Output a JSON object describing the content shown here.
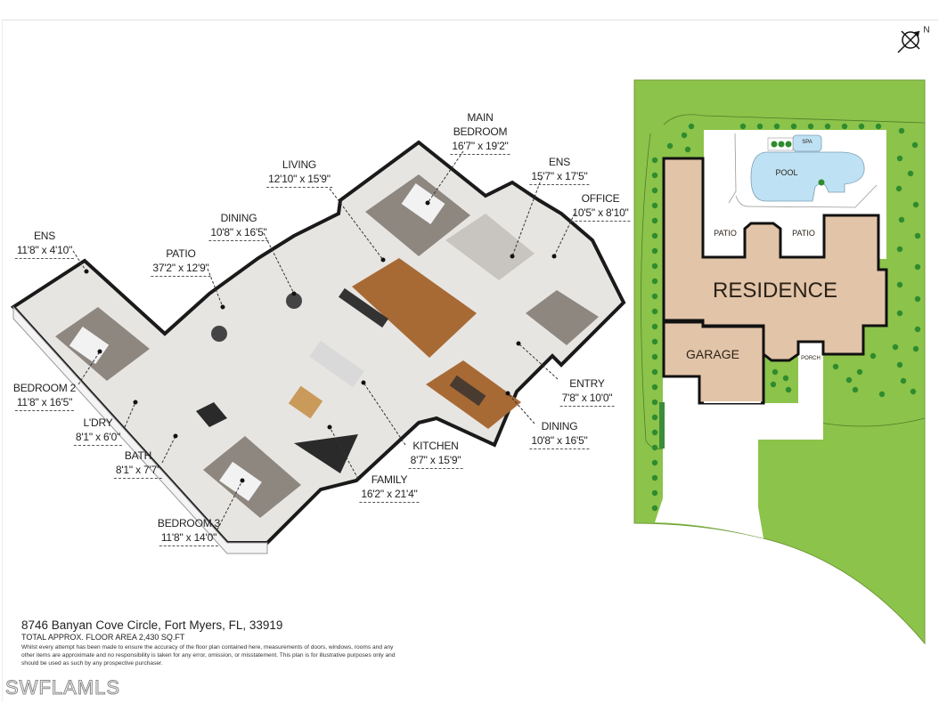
{
  "colors": {
    "lawn": "#8cc34a",
    "tree": "#2e8b2e",
    "residence": "#e2c4a8",
    "pool": "#bfe1f4",
    "wall": "#1a1a1a",
    "floor": "#e7e5e2",
    "carpet": "#8e8780",
    "wood": "#a86a35"
  },
  "floor_plan": {
    "rooms": [
      {
        "name": "MAIN\nBEDROOM",
        "line1": "MAIN",
        "line2": "BEDROOM",
        "dims": "16'7\" x 19'2\""
      },
      {
        "name": "LIVING",
        "dims": "12'10\" x 15'9\""
      },
      {
        "name": "ENS",
        "dims": "15'7\" x 17'5\""
      },
      {
        "name": "OFFICE",
        "dims": "10'5\" x 8'10\""
      },
      {
        "name": "DINING",
        "dims": "10'8\" x 16'5\""
      },
      {
        "name": "ENS",
        "dims": "11'8\" x 4'10\""
      },
      {
        "name": "PATIO",
        "dims": "37'2\" x 12'9\""
      },
      {
        "name": "BEDROOM 2",
        "dims": "11'8\" x 16'5\""
      },
      {
        "name": "ENTRY",
        "dims": "7'8\" x 10'0\""
      },
      {
        "name": "L'DRY",
        "dims": "8'1\" x 6'0\""
      },
      {
        "name": "DINING",
        "dims": "10'8\" x 16'5\""
      },
      {
        "name": "KITCHEN",
        "dims": "8'7\" x 15'9\""
      },
      {
        "name": "BATH",
        "dims": "8'1\" x 7'7\""
      },
      {
        "name": "FAMILY",
        "dims": "16'2\" x 21'4\""
      },
      {
        "name": "BEDROOM 3",
        "dims": "11'8\" x 14'0\""
      }
    ]
  },
  "site_plan": {
    "compass": "N",
    "compass_icon": "north-arrow-icon",
    "residence": "RESIDENCE",
    "garage": "GARAGE",
    "porch": "PORCH",
    "patio_left": "PATIO",
    "patio_right": "PATIO",
    "pool": "POOL",
    "spa": "SPA"
  },
  "footer": {
    "address": "8746 Banyan Cove Circle, Fort Myers, FL, 33919",
    "area": "TOTAL APPROX. FLOOR AREA 2,430 SQ.FT",
    "disclaimer": "Whilst every attempt has been made to ensure the accuracy of the floor plan contained here, measurements of doors, windows, rooms and any other items are approximate and no responsibility is taken for any error, omission, or misstatement. This plan is for illustrative purposes only and should be used as such by any prospective purchaser.",
    "watermark": "SWFLAMLS"
  }
}
